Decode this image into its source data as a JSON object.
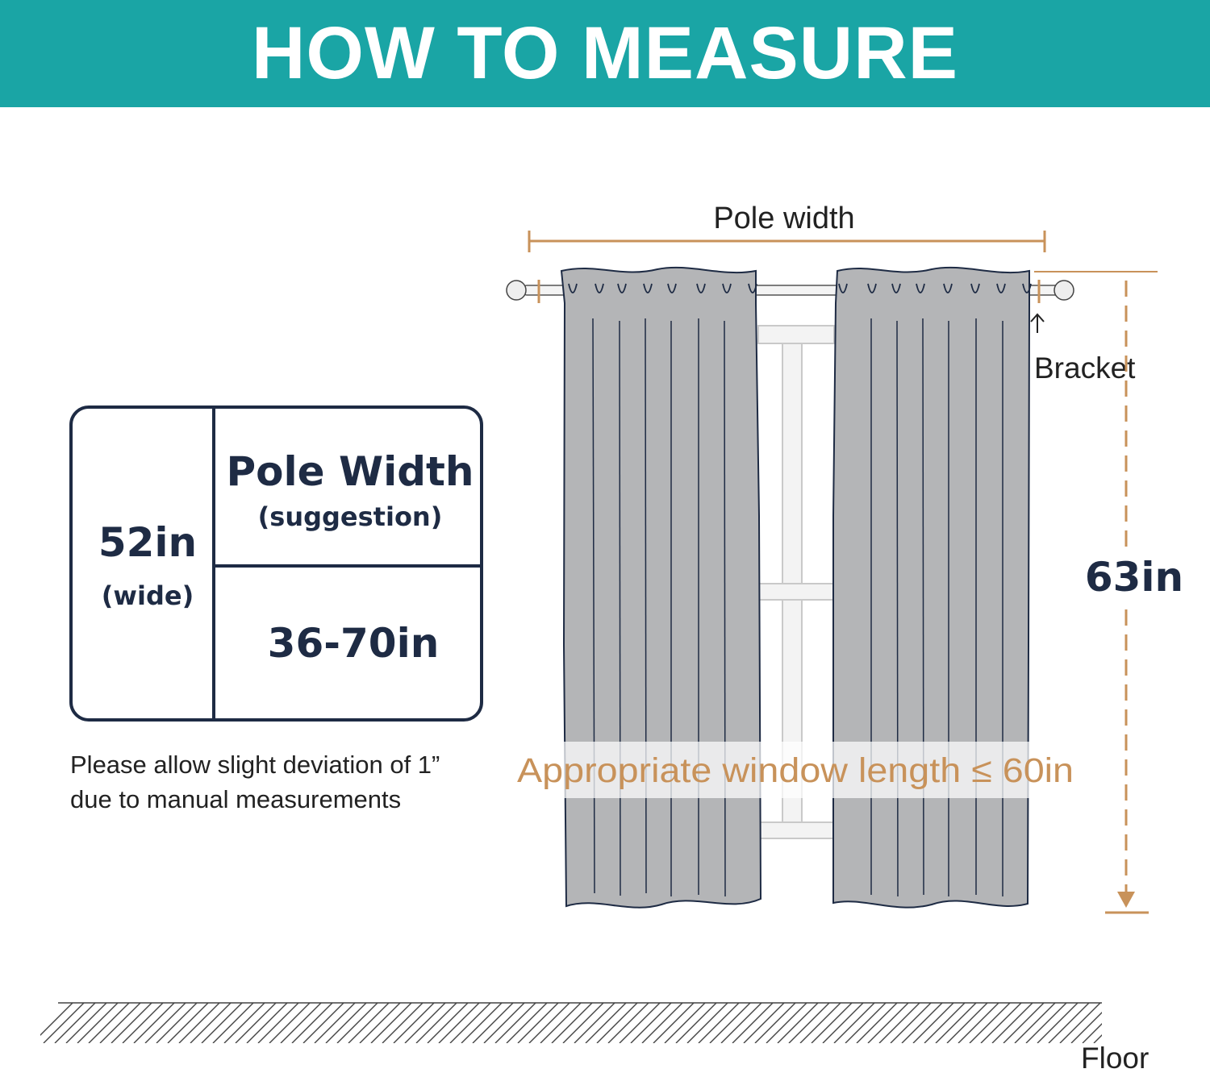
{
  "header": {
    "title": "HOW TO MEASURE",
    "background": "#1aa5a5"
  },
  "size_table": {
    "width_value": "52in",
    "width_label": "(wide)",
    "pole_heading": "Pole Width",
    "pole_subheading": "(suggestion)",
    "pole_range": "36-70in"
  },
  "note": {
    "line1": "Please allow slight deviation of 1”",
    "line2": "due to manual measurements"
  },
  "diagram": {
    "pole_width_label": "Pole width",
    "bracket_label": "Bracket",
    "length_label": "63in",
    "window_length_label": "Appropriate window length ≤ 60in",
    "floor_label": "Floor",
    "accent_color": "#c8925a",
    "curtain_color": "#b4b5b7",
    "outline_color": "#1e2b44",
    "icons": [
      "bracket-arrow-icon",
      "down-arrow-icon"
    ]
  }
}
